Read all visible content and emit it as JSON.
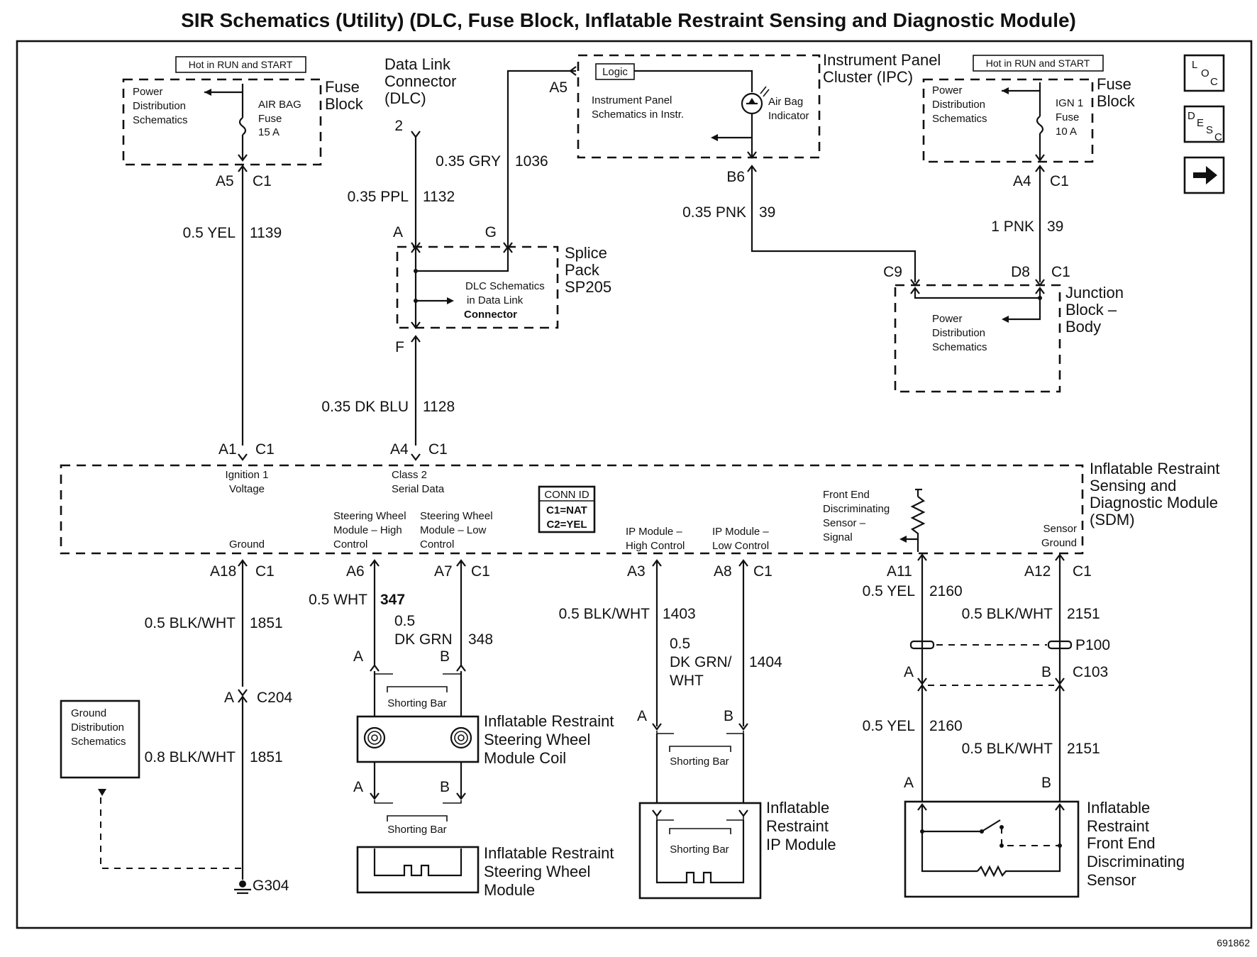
{
  "title": "SIR Schematics (Utility) (DLC, Fuse Block, Inflatable Restraint Sensing and Diagnostic Module)",
  "figure_id": "691862",
  "nav": {
    "loc": [
      "L",
      "O",
      "C"
    ],
    "desc": [
      "D",
      "E",
      "S",
      "C"
    ]
  },
  "fuse_block_left": {
    "hot_label": "Hot in RUN and START",
    "name": [
      "Fuse",
      "Block"
    ],
    "pd": [
      "Power",
      "Distribution",
      "Schematics"
    ],
    "fuse": [
      "AIR BAG",
      "Fuse",
      "15 A"
    ]
  },
  "fuse_block_right": {
    "hot_label": "Hot in RUN and START",
    "name": [
      "Fuse",
      "Block"
    ],
    "pd": [
      "Power",
      "Distribution",
      "Schematics"
    ],
    "fuse": [
      "IGN 1",
      "Fuse",
      "10 A"
    ]
  },
  "dlc": {
    "name": [
      "Data Link",
      "Connector",
      "(DLC)"
    ],
    "pin": "2"
  },
  "ipc": {
    "name": [
      "Instrument Panel",
      "Cluster (IPC)"
    ],
    "logic": "Logic",
    "schem": [
      "Instrument Panel",
      "Schematics in Instr."
    ],
    "indicator": [
      "Air Bag",
      "Indicator"
    ],
    "pin_a5": "A5",
    "pin_b6": "B6"
  },
  "splice": {
    "name": [
      "Splice",
      "Pack",
      "SP205"
    ],
    "schem": [
      "DLC Schematics",
      "in Data Link",
      "Connector"
    ],
    "pin_a": "A",
    "pin_g": "G",
    "pin_f": "F"
  },
  "junction": {
    "name": [
      "Junction",
      "Block –",
      "Body"
    ],
    "pd": [
      "Power",
      "Distribution",
      "Schematics"
    ],
    "pin_c9": "C9",
    "pin_d8": "D8",
    "conn": "C1"
  },
  "wires": {
    "w1139": {
      "gauge": "0.5 YEL",
      "circuit": "1139"
    },
    "w1132": {
      "gauge": "0.35 PPL",
      "circuit": "1132"
    },
    "w1036": {
      "gauge": "0.35 GRY",
      "circuit": "1036"
    },
    "w39a": {
      "gauge": "0.35 PNK",
      "circuit": "39"
    },
    "w39b": {
      "gauge": "1 PNK",
      "circuit": "39"
    },
    "w1128": {
      "gauge": "0.35 DK BLU",
      "circuit": "1128"
    },
    "w1851a": {
      "gauge": "0.5 BLK/WHT",
      "circuit": "1851"
    },
    "w1851b": {
      "gauge": "0.8 BLK/WHT",
      "circuit": "1851"
    },
    "w347": {
      "gauge": "0.5 WHT",
      "circuit": "347"
    },
    "w348": {
      "gauge": [
        "0.5",
        "DK GRN"
      ],
      "circuit": "348"
    },
    "w1403": {
      "gauge": "0.5 BLK/WHT",
      "circuit": "1403"
    },
    "w1404": {
      "gauge": [
        "0.5",
        "DK GRN/",
        "WHT"
      ],
      "circuit": "1404"
    },
    "w2160a": {
      "gauge": "0.5 YEL",
      "circuit": "2160"
    },
    "w2151a": {
      "gauge": "0.5 BLK/WHT",
      "circuit": "2151"
    },
    "w2160b": {
      "gauge": "0.5 YEL",
      "circuit": "2160"
    },
    "w2151b": {
      "gauge": "0.5 BLK/WHT",
      "circuit": "2151"
    }
  },
  "pins": {
    "a5": "A5",
    "a4": "A4",
    "a1": "A1",
    "a4b": "A4",
    "a18": "A18",
    "a6": "A6",
    "a7": "A7",
    "a3": "A3",
    "a8": "A8",
    "a11": "A11",
    "a12": "A12",
    "c1": "C1"
  },
  "sdm": {
    "name": [
      "Inflatable Restraint",
      "Sensing and",
      "Diagnostic Module",
      "(SDM)"
    ],
    "ign": [
      "Ignition 1",
      "Voltage"
    ],
    "class2": [
      "Class 2",
      "Serial Data"
    ],
    "ground": "Ground",
    "swh": [
      "Steering Wheel",
      "Module – High",
      "Control"
    ],
    "swl": [
      "Steering Wheel",
      "Module – Low",
      "Control"
    ],
    "iph": [
      "IP Module –",
      "High Control"
    ],
    "ipl": [
      "IP Module –",
      "Low Control"
    ],
    "fed": [
      "Front End",
      "Discriminating",
      "Sensor –",
      "Signal"
    ],
    "sgnd": [
      "Sensor",
      "Ground"
    ],
    "conn_id": [
      "CONN ID",
      "C1=NAT",
      "C2=YEL"
    ]
  },
  "ground": {
    "c204": "C204",
    "pin_a": "A",
    "gds": [
      "Ground",
      "Distribution",
      "Schematics"
    ],
    "g304": "G304"
  },
  "coil": {
    "name": [
      "Inflatable Restraint",
      "Steering Wheel",
      "Module Coil"
    ],
    "shorting_bar": "Shorting Bar",
    "pin_a": "A",
    "pin_b": "B"
  },
  "sw_module": {
    "name": [
      "Inflatable Restraint",
      "Steering Wheel",
      "Module"
    ],
    "shorting_bar": "Shorting Bar"
  },
  "ip_module": {
    "name": [
      "Inflatable",
      "Restraint",
      "IP Module"
    ],
    "shorting_bar": "Shorting Bar",
    "pin_a": "A",
    "pin_b": "B"
  },
  "fed_sensor": {
    "name": [
      "Inflatable",
      "Restraint",
      "Front End",
      "Discriminating",
      "Sensor"
    ],
    "p100": "P100",
    "c103": "C103",
    "pin_a": "A",
    "pin_b": "B"
  }
}
